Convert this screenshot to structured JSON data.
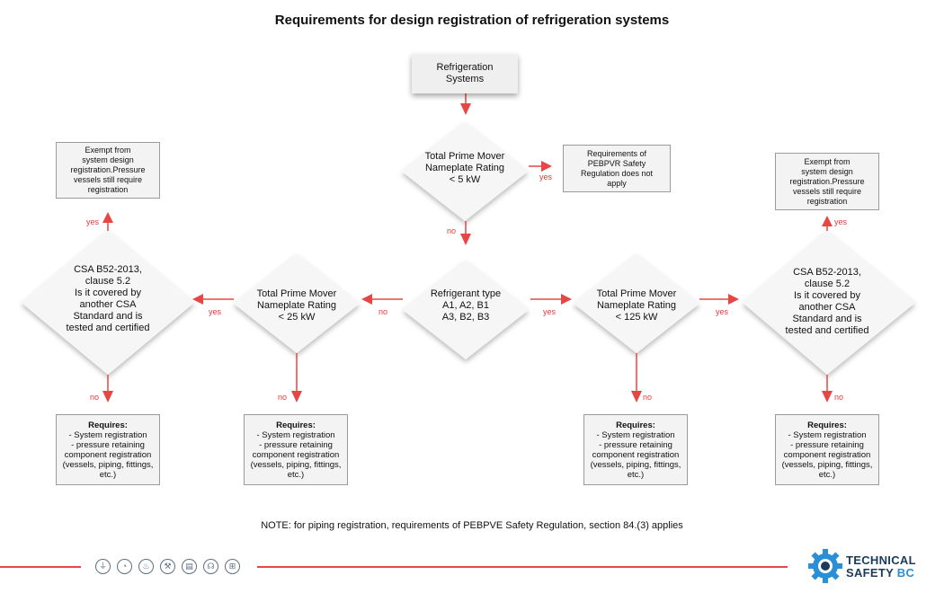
{
  "title": "Requirements for design registration of refrigeration systems",
  "nodes": {
    "start": "Refrigeration\nSystems",
    "d5kw": "Total Prime Mover\nNameplate Rating\n< 5 kW",
    "pebpvr": "Requirements of\nPEBPVR Safety\nRegulation does not\napply",
    "refrig": "Refrigerant type\nA1, A2, B1\nA3, B2, B3",
    "d25kw": "Total Prime Mover\nNameplate Rating\n< 25 kW",
    "d125kw": "Total Prime Mover\nNameplate Rating\n< 125 kW",
    "csa_left": "CSA B52-2013,\nclause 5.2\nIs it covered by\nanother CSA\nStandard and is\ntested and certified",
    "csa_right": "CSA B52-2013,\nclause 5.2\nIs it covered by\nanother CSA\nStandard and is\ntested and certified",
    "exempt_left": "Exempt from\nsystem design\nregistration.Pressure\nvessels still require\nregistration",
    "exempt_right": "Exempt from\nsystem design\nregistration.Pressure\nvessels still require\nregistration",
    "requires_title": "Requires:",
    "requires_body": "- System registration\n- pressure retaining\ncomponent registration\n(vessels, piping, fittings,\netc.)"
  },
  "labels": {
    "yes": "yes",
    "no": "no"
  },
  "note": "NOTE: for piping registration, requirements of PEBPVE Safety Regulation, section 84.(3) applies",
  "footer": {
    "icons": [
      "plug-icon",
      "gauge-icon",
      "flame-icon",
      "wrench-icon",
      "elevator-icon",
      "ride-icon",
      "railway-icon"
    ],
    "logo_line1": "TECHNICAL",
    "logo_line2a": "SAFETY ",
    "logo_line2b": "BC"
  },
  "colors": {
    "accent": "#e84545",
    "box_border": "#9a9a9a",
    "box_fill": "#f3f3f3",
    "logo_navy": "#1c3b59",
    "logo_blue": "#2a8fd6"
  }
}
